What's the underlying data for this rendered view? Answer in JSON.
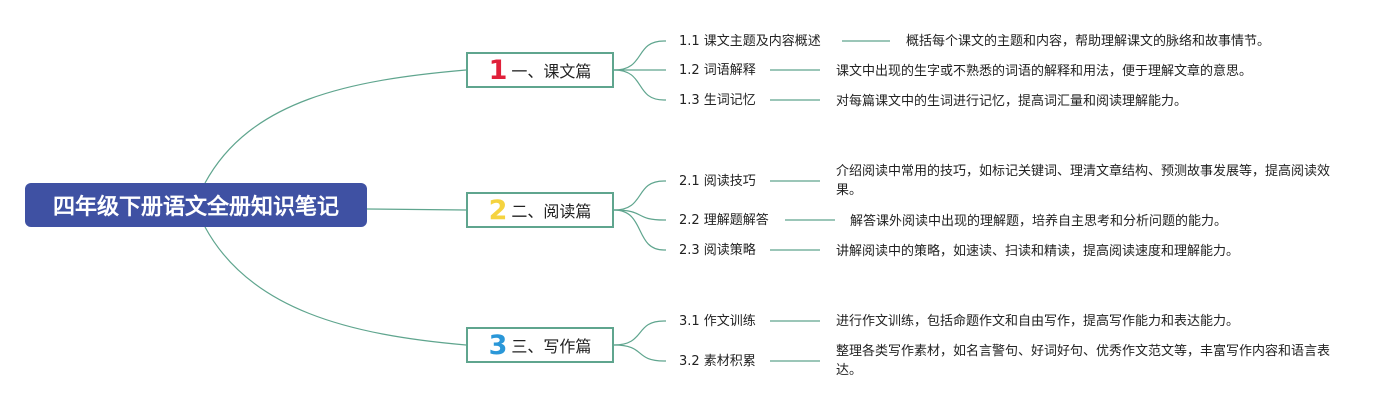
{
  "colors": {
    "root_bg": "#3f51a3",
    "root_text": "#ffffff",
    "line": "#5fa58e",
    "branch_border": "#5fa58e",
    "num1": "#e0203a",
    "num2": "#f5d33f",
    "num3": "#2a97d8"
  },
  "root": {
    "label": "四年级下册语文全册知识笔记"
  },
  "branches": [
    {
      "num": "1",
      "title": "一、课文篇",
      "color_key": "num1",
      "items": [
        {
          "label": "1.1 课文主题及内容概述",
          "desc": "概括每个课文的主题和内容，帮助理解课文的脉络和故事情节。"
        },
        {
          "label": "1.2 词语解释",
          "desc": "课文中出现的生字或不熟悉的词语的解释和用法，便于理解文章的意思。"
        },
        {
          "label": "1.3 生词记忆",
          "desc": "对每篇课文中的生词进行记忆，提高词汇量和阅读理解能力。"
        }
      ]
    },
    {
      "num": "2",
      "title": "二、阅读篇",
      "color_key": "num2",
      "items": [
        {
          "label": "2.1 阅读技巧",
          "desc": "介绍阅读中常用的技巧，如标记关键词、理清文章结构、预测故事发展等，提高阅读效果。"
        },
        {
          "label": "2.2 理解题解答",
          "desc": "解答课外阅读中出现的理解题，培养自主思考和分析问题的能力。"
        },
        {
          "label": "2.3 阅读策略",
          "desc": "讲解阅读中的策略，如速读、扫读和精读，提高阅读速度和理解能力。"
        }
      ]
    },
    {
      "num": "3",
      "title": "三、写作篇",
      "color_key": "num3",
      "items": [
        {
          "label": "3.1 作文训练",
          "desc": "进行作文训练，包括命题作文和自由写作，提高写作能力和表达能力。"
        },
        {
          "label": "3.2 素材积累",
          "desc": "整理各类写作素材，如名言警句、好词好句、优秀作文范文等，丰富写作内容和语言表达。"
        }
      ]
    }
  ]
}
